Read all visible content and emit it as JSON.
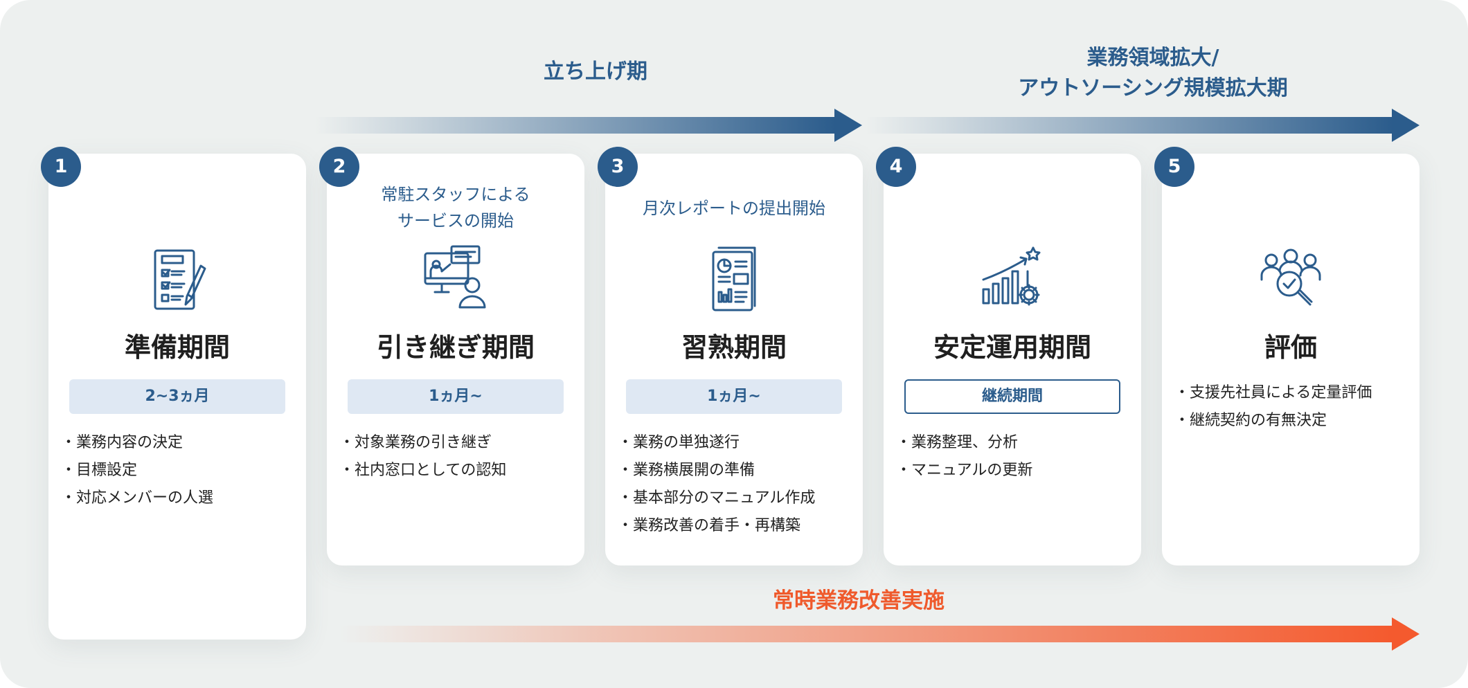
{
  "phases": {
    "launch": "立ち上げ期",
    "expansion_line1": "業務領域拡大/",
    "expansion_line2": "アウトソーシング規模拡大期"
  },
  "continuous_improvement": "常時業務改善実施",
  "colors": {
    "primary": "#2b5c8c",
    "accent": "#f45a2e",
    "pill_bg": "#dfe8f3",
    "background": "#edf0ef"
  },
  "steps": [
    {
      "number": "1",
      "icon": "checklist-pencil-icon",
      "title": "準備期間",
      "duration": "2~3ヵ月",
      "bullets": [
        "業務内容の決定",
        "目標設定",
        "対応メンバーの人選"
      ]
    },
    {
      "number": "2",
      "note_line1": "常駐スタッフによる",
      "note_line2": "サービスの開始",
      "icon": "presentation-person-icon",
      "title": "引き継ぎ期間",
      "duration": "1ヵ月~",
      "bullets": [
        "対象業務の引き継ぎ",
        "社内窓口としての認知"
      ]
    },
    {
      "number": "3",
      "note": "月次レポートの提出開始",
      "icon": "report-document-icon",
      "title": "習熟期間",
      "duration": "1ヵ月~",
      "bullets": [
        "業務の単独遂行",
        "業務横展開の準備",
        "基本部分のマニュアル作成",
        "業務改善の着手・再構築"
      ]
    },
    {
      "number": "4",
      "icon": "growth-chart-gear-icon",
      "title": "安定運用期間",
      "duration": "継続期間",
      "bullets": [
        "業務整理、分析",
        "マニュアルの更新"
      ]
    },
    {
      "number": "5",
      "icon": "team-evaluation-icon",
      "title": "評価",
      "bullets": [
        "支援先社員による定量評価",
        "継続契約の有無決定"
      ]
    }
  ]
}
